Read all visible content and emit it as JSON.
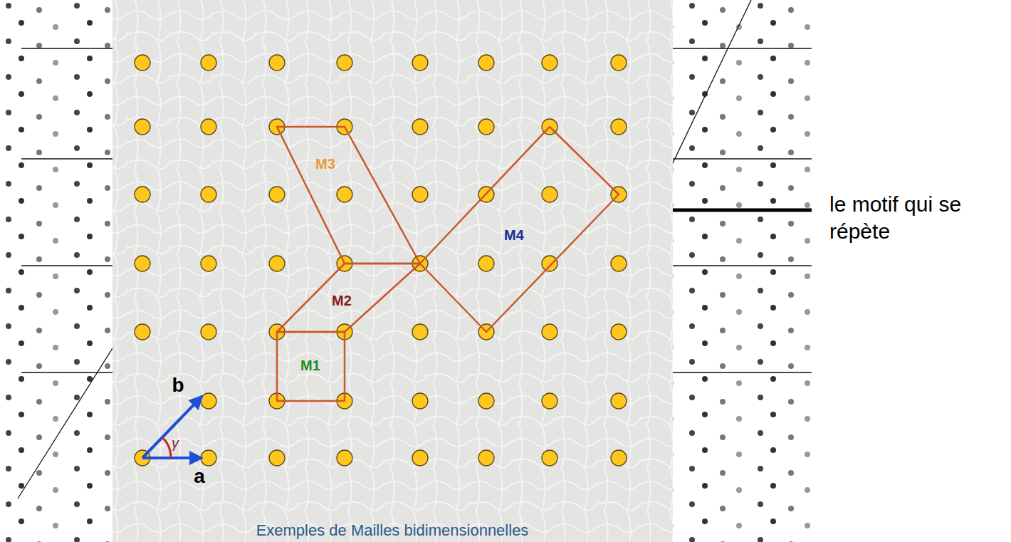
{
  "diagram": {
    "caption": "Exemples de Mailles bidimensionnelles",
    "nodes": [
      {
        "text": [
          "M3"
        ]
      },
      {
        "text": [
          "M4"
        ]
      },
      {
        "text": [
          "M2"
        ]
      },
      {
        "text": [
          "M1"
        ]
      }
    ],
    "labels": [
      "b",
      "γ",
      "a",
      "le motif qui se répète"
    ]
  }
}
